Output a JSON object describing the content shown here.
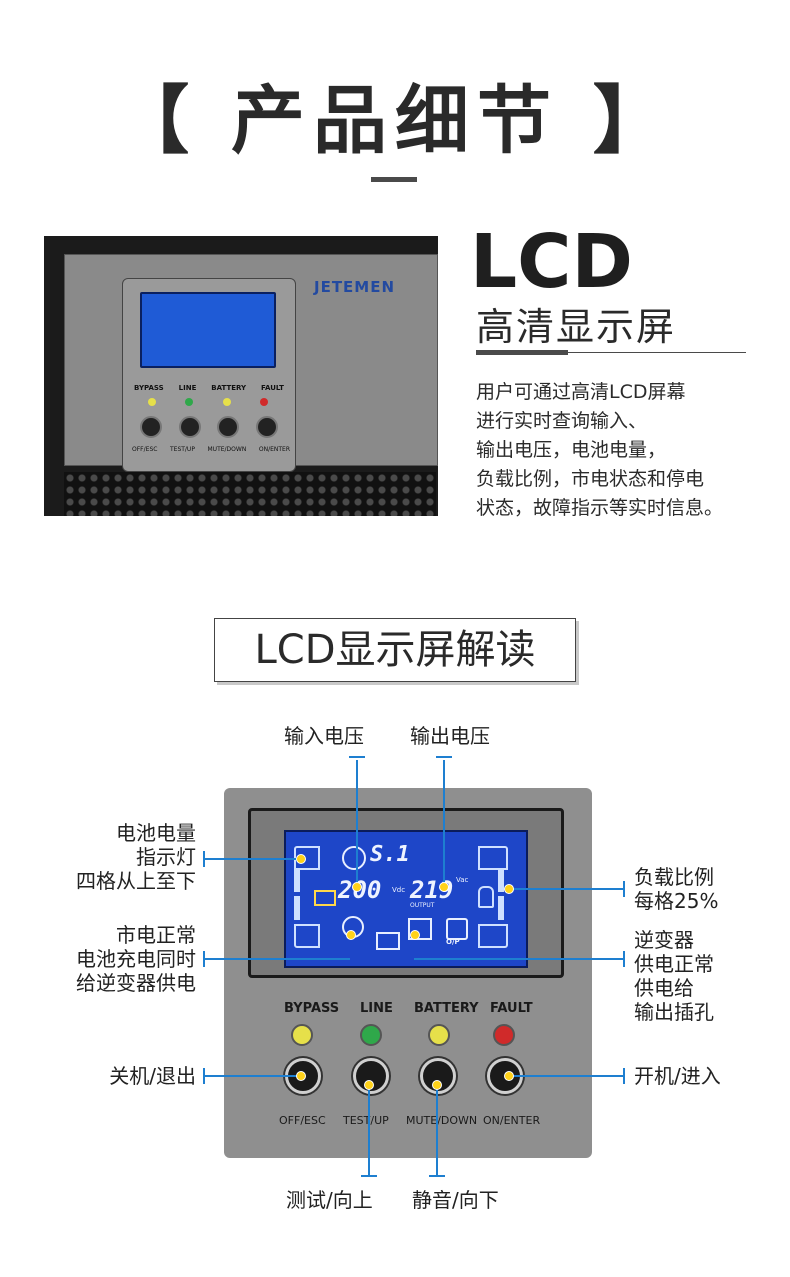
{
  "header": {
    "title": "【 产品细节 】"
  },
  "product": {
    "brand": "JETEMEN",
    "front_labels": [
      "BYPASS",
      "LINE",
      "BATTERY",
      "FAULT"
    ],
    "button_labels": [
      "OFF/ESC",
      "TEST/UP",
      "MUTE/DOWN",
      "ON/ENTER"
    ]
  },
  "lcd_section": {
    "big_title": "LCD",
    "subtitle": "高清显示屏",
    "description": [
      "用户可通过高清LCD屏幕",
      "进行实时查询输入、",
      "输出电压，电池电量，",
      "负载比例，市电状态和停电",
      "状态，故障指示等实时信息。"
    ]
  },
  "diagram": {
    "title": "LCD显示屏解读",
    "input_voltage": "输入电压",
    "output_voltage": "输出电压",
    "battery": [
      "电池电量",
      "指示灯",
      "四格从上至下"
    ],
    "mains": [
      "市电正常",
      "电池充电同时",
      "给逆变器供电"
    ],
    "load": [
      "负载比例",
      "每格25%"
    ],
    "inverter": [
      "逆变器",
      "供电正常",
      "供电给",
      "输出插孔"
    ],
    "off": "关机/退出",
    "on": "开机/进入",
    "test": "测试/向上",
    "mute": "静音/向下",
    "screen_values": {
      "input": "200",
      "output": "219",
      "unit_in": "Vdc",
      "unit_out": "Vac",
      "output_tag": "OUTPUT",
      "op": "O/P",
      "code": "S.1"
    },
    "led_colors": {
      "bypass": "#e6e04a",
      "line": "#2fa84a",
      "battery": "#e6e04a",
      "fault": "#d02a2a"
    }
  }
}
